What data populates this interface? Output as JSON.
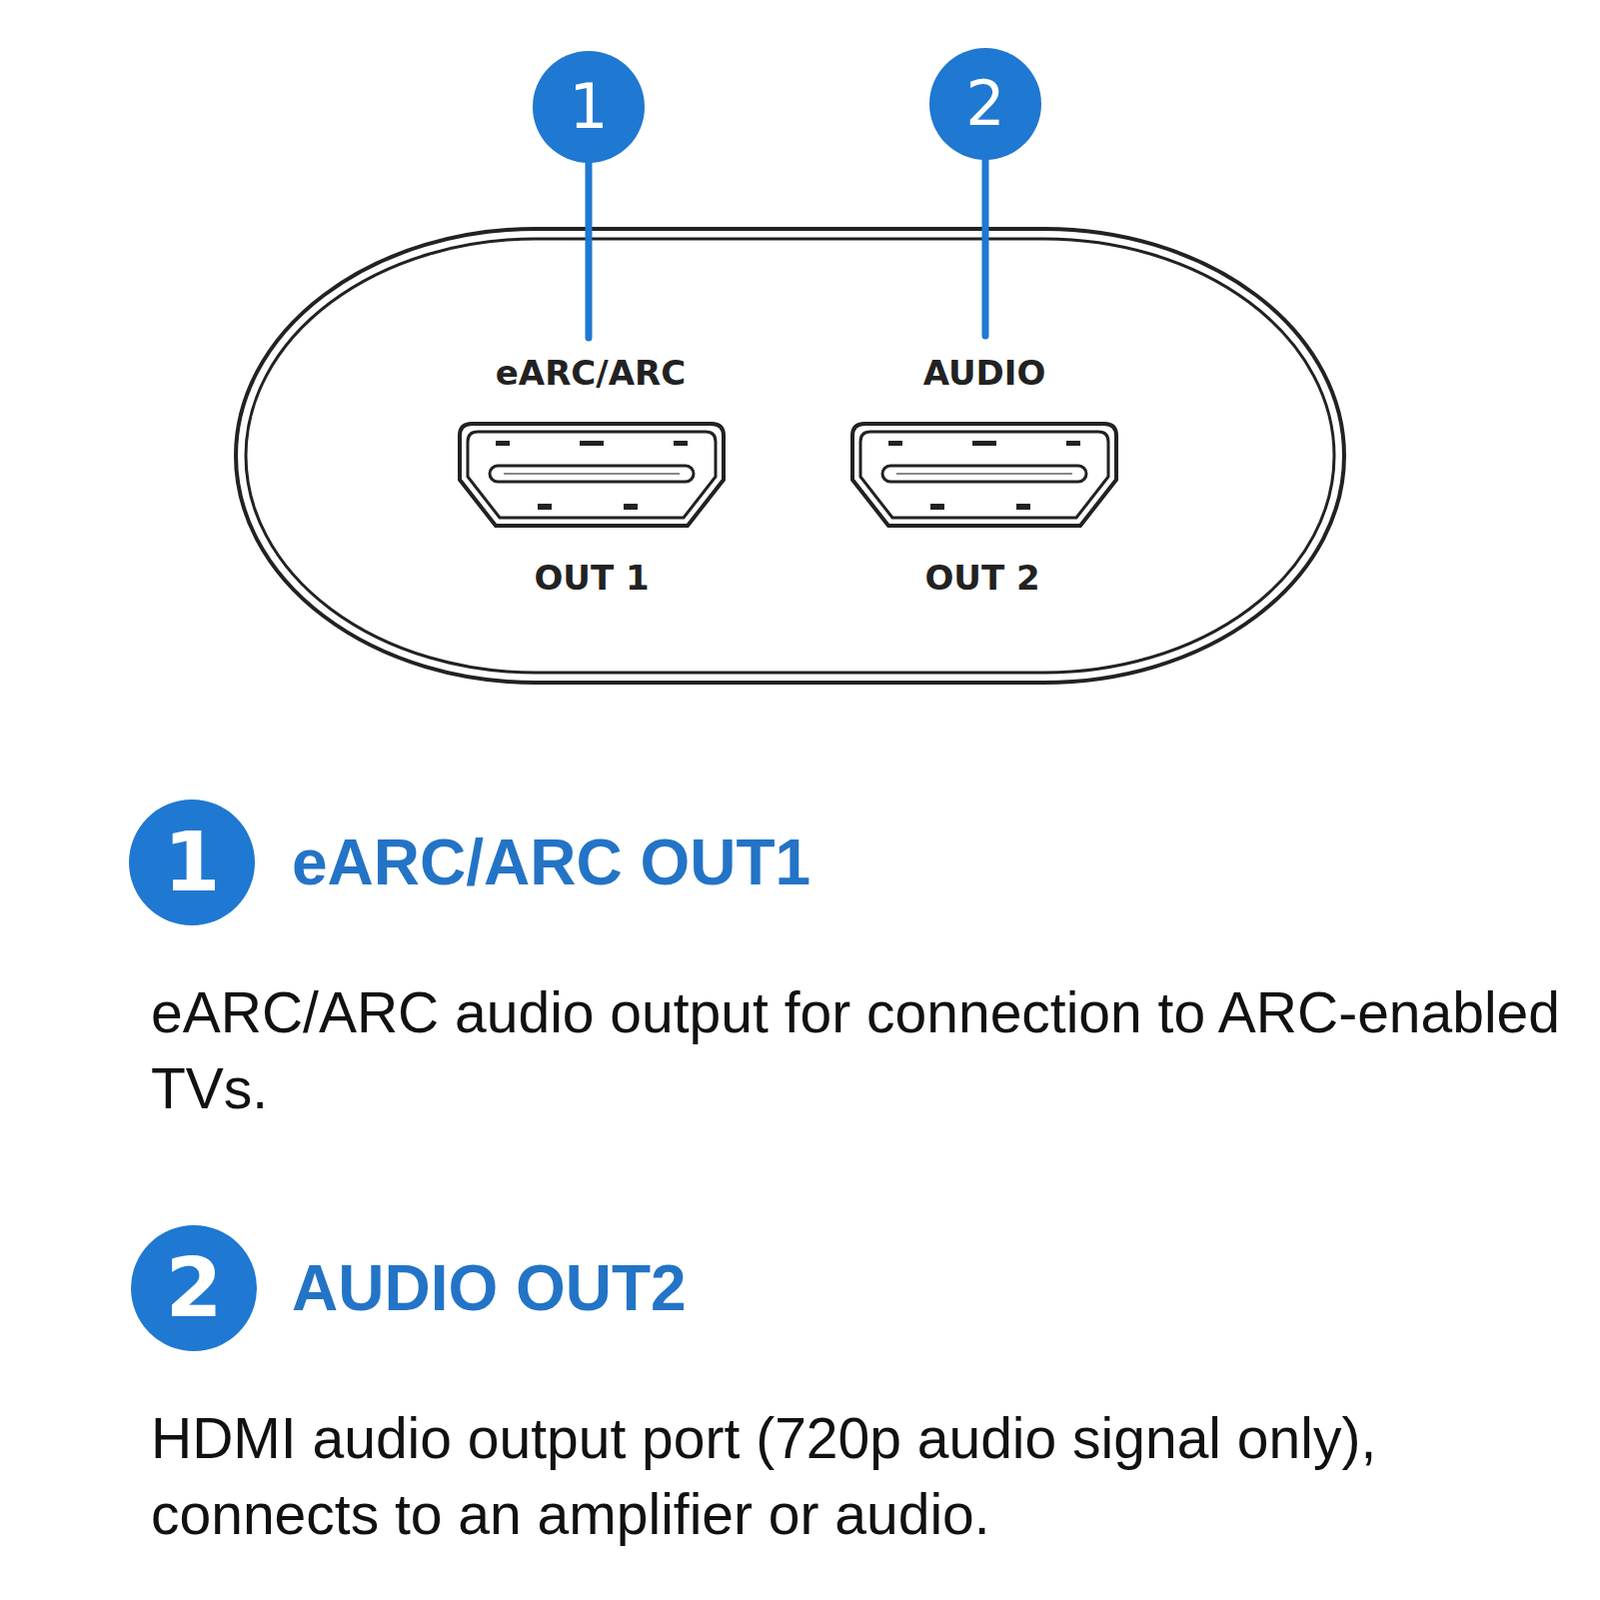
{
  "diagram": {
    "nodes": [
      {
        "text": [
          "1"
        ]
      },
      {
        "text": [
          "2"
        ]
      },
      {
        "text": [
          "eARC/ARC",
          "OUT 1",
          "AUDIO",
          "OUT 2"
        ]
      },
      {
        "text": [
          "1"
        ]
      },
      {
        "text": [
          "2"
        ]
      }
    ],
    "labels": [
      "eARC/ARC OUT1",
      "eARC/ARC audio output for connection to ARC-enabled TVs.",
      "AUDIO OUT2",
      "HDMI audio output port (720p audio signal only), connects to an amplifier or audio."
    ]
  }
}
